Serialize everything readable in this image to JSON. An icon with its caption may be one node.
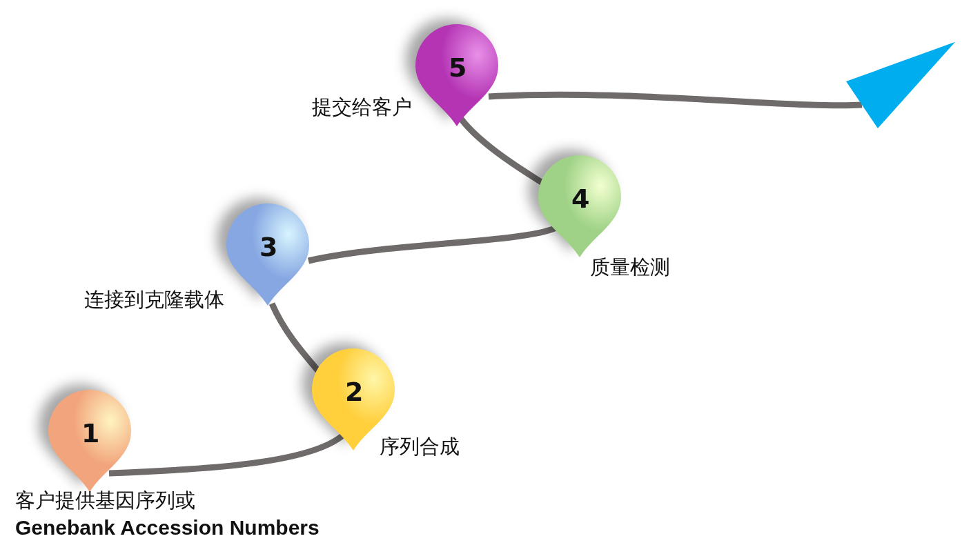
{
  "diagram": {
    "nodes": [
      {
        "text": [
          "1"
        ],
        "beside": [
          "客户提供基因序列或",
          "Genebank Accession Numbers"
        ]
      },
      {
        "text": [
          "2"
        ],
        "beside": [
          "序列合成"
        ]
      },
      {
        "text": [
          "3"
        ],
        "beside": [
          "连接到克隆载体"
        ]
      },
      {
        "text": [
          "4"
        ],
        "beside": [
          "质量检测"
        ]
      },
      {
        "text": [
          "5"
        ],
        "beside": [
          "提交给客户"
        ]
      }
    ],
    "edges": [
      {
        "from": 0,
        "to": 1,
        "arrow": "none"
      },
      {
        "from": 1,
        "to": 2,
        "arrow": "none"
      },
      {
        "from": 2,
        "to": 3,
        "arrow": "none"
      },
      {
        "from": 3,
        "to": 4,
        "arrow": "none"
      },
      {
        "from": 4,
        "to": null,
        "arrow": "to"
      }
    ]
  }
}
